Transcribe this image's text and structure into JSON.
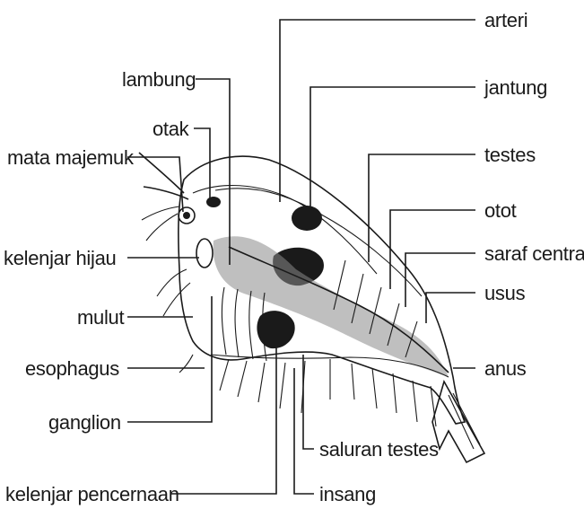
{
  "labels": {
    "arteri": "arteri",
    "jantung": "jantung",
    "lambung": "lambung",
    "otak": "otak",
    "mata_majemuk": "mata majemuk",
    "testes": "testes",
    "otot": "otot",
    "saraf_central": "saraf central",
    "usus": "usus",
    "kelenjar_hijau": "kelenjar hijau",
    "mulut": "mulut",
    "esophagus": "esophagus",
    "anus": "anus",
    "ganglion": "ganglion",
    "saluran_testes": "saluran testes",
    "kelenjar_pencernaan": "kelenjar pencernaan",
    "insang": "insang"
  },
  "icons": [
    "shrimp-anatomy-illustration"
  ]
}
